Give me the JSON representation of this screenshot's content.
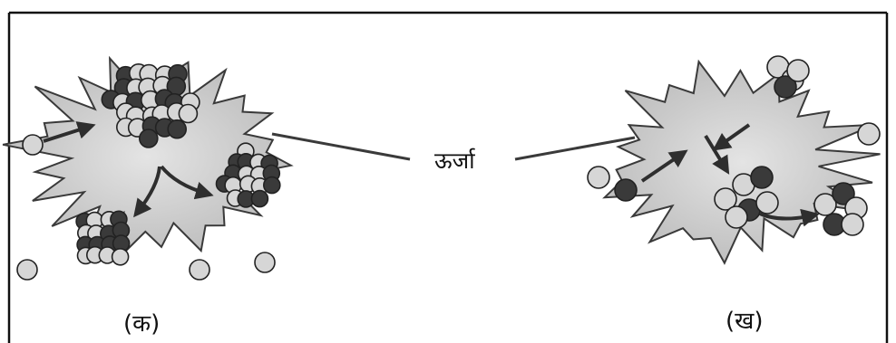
{
  "labels": {
    "energy": "ऊर्जा",
    "caption_left": "(क)",
    "caption_right": "(ख)"
  },
  "colors": {
    "border": "#111111",
    "burst_fill": "#c8c8c8",
    "burst_stroke": "#3a3a3a",
    "light_particle": "#d6d6d6",
    "dark_particle": "#3a3a3a",
    "particle_stroke": "#222222",
    "arrow": "#2e2e2e"
  }
}
